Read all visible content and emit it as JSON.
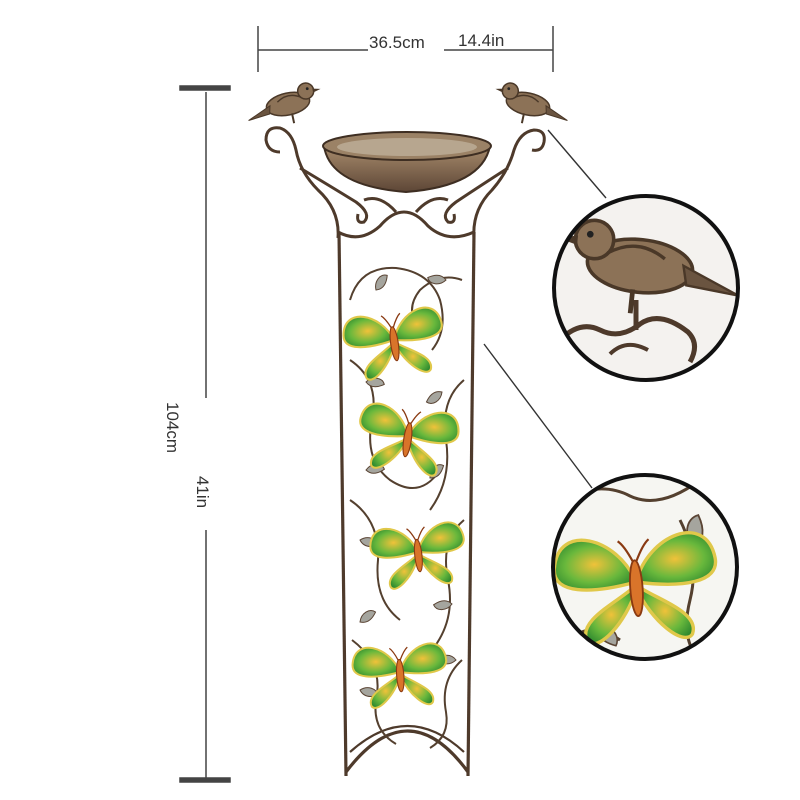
{
  "dimensions": {
    "width_cm": "36.5cm",
    "width_in": "14.4in",
    "height_cm": "104cm",
    "height_in": "41in"
  },
  "colors": {
    "metal": "#5a4434",
    "bronze": "#8a6d4d",
    "butterfly_green": "#55b23c",
    "butterfly_orange": "#d9742a",
    "leaf": "#9a9a92"
  },
  "icons": [
    "bird-icon",
    "bird-bath-bowl-icon",
    "butterfly-icon",
    "leaf-icon"
  ]
}
